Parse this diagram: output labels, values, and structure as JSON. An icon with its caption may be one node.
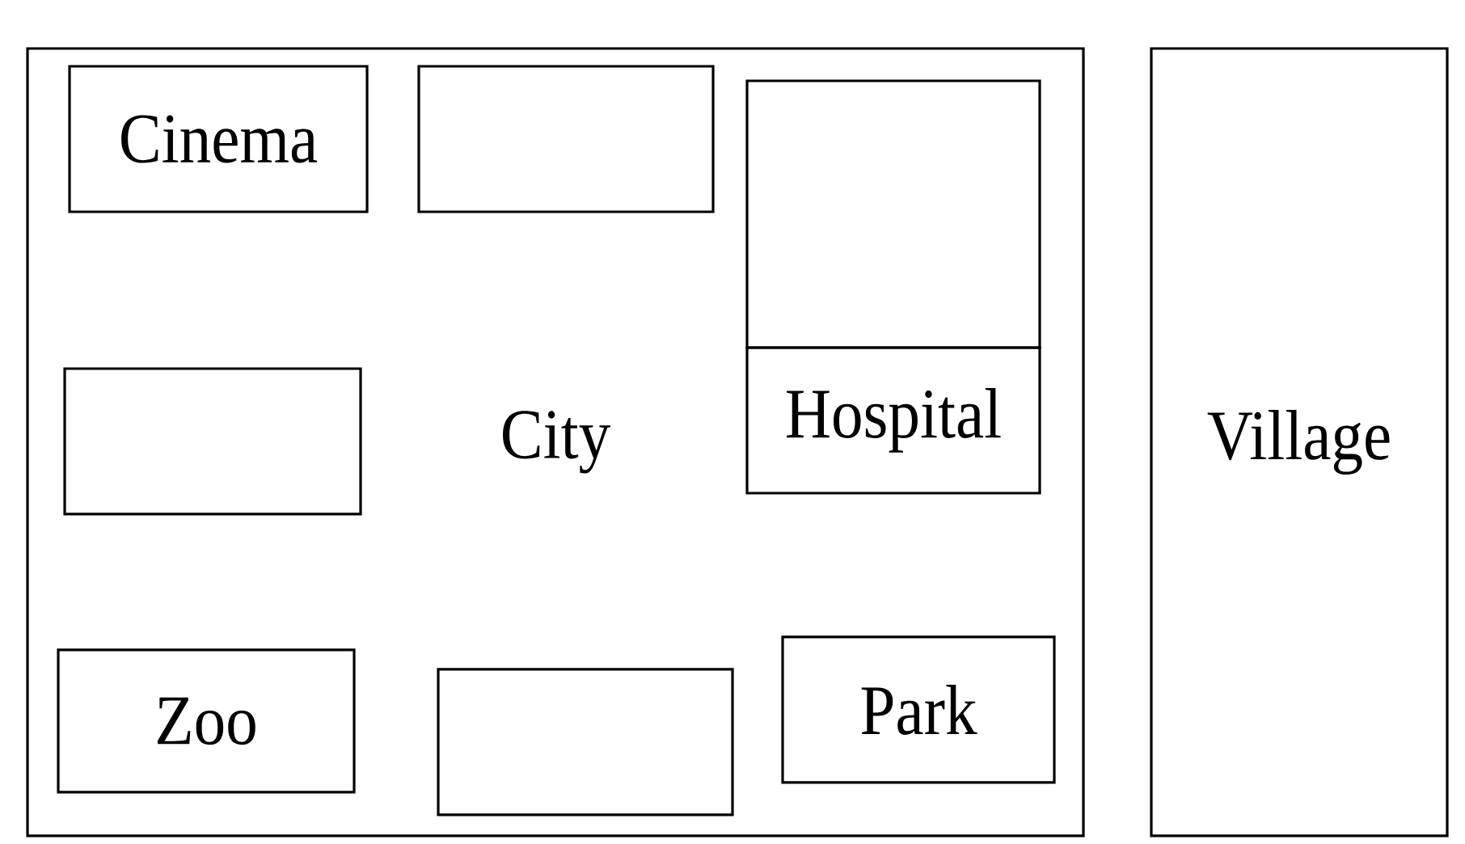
{
  "diagram": {
    "nodes": [
      {
        "text": [
          "City"
        ]
      },
      {
        "text": [
          "Cinema"
        ],
        "in": 0
      },
      {
        "text": [],
        "shape": "box",
        "in": 0
      },
      {
        "text": [],
        "shape": "box",
        "in": 0
      },
      {
        "text": [],
        "shape": "box",
        "in": 0
      },
      {
        "text": [
          "Hospital"
        ],
        "in": 0
      },
      {
        "text": [
          "Zoo"
        ],
        "in": 0
      },
      {
        "text": [],
        "shape": "box",
        "in": 0
      },
      {
        "text": [
          "Park"
        ],
        "in": 0
      },
      {
        "text": [
          "Village"
        ]
      }
    ]
  }
}
